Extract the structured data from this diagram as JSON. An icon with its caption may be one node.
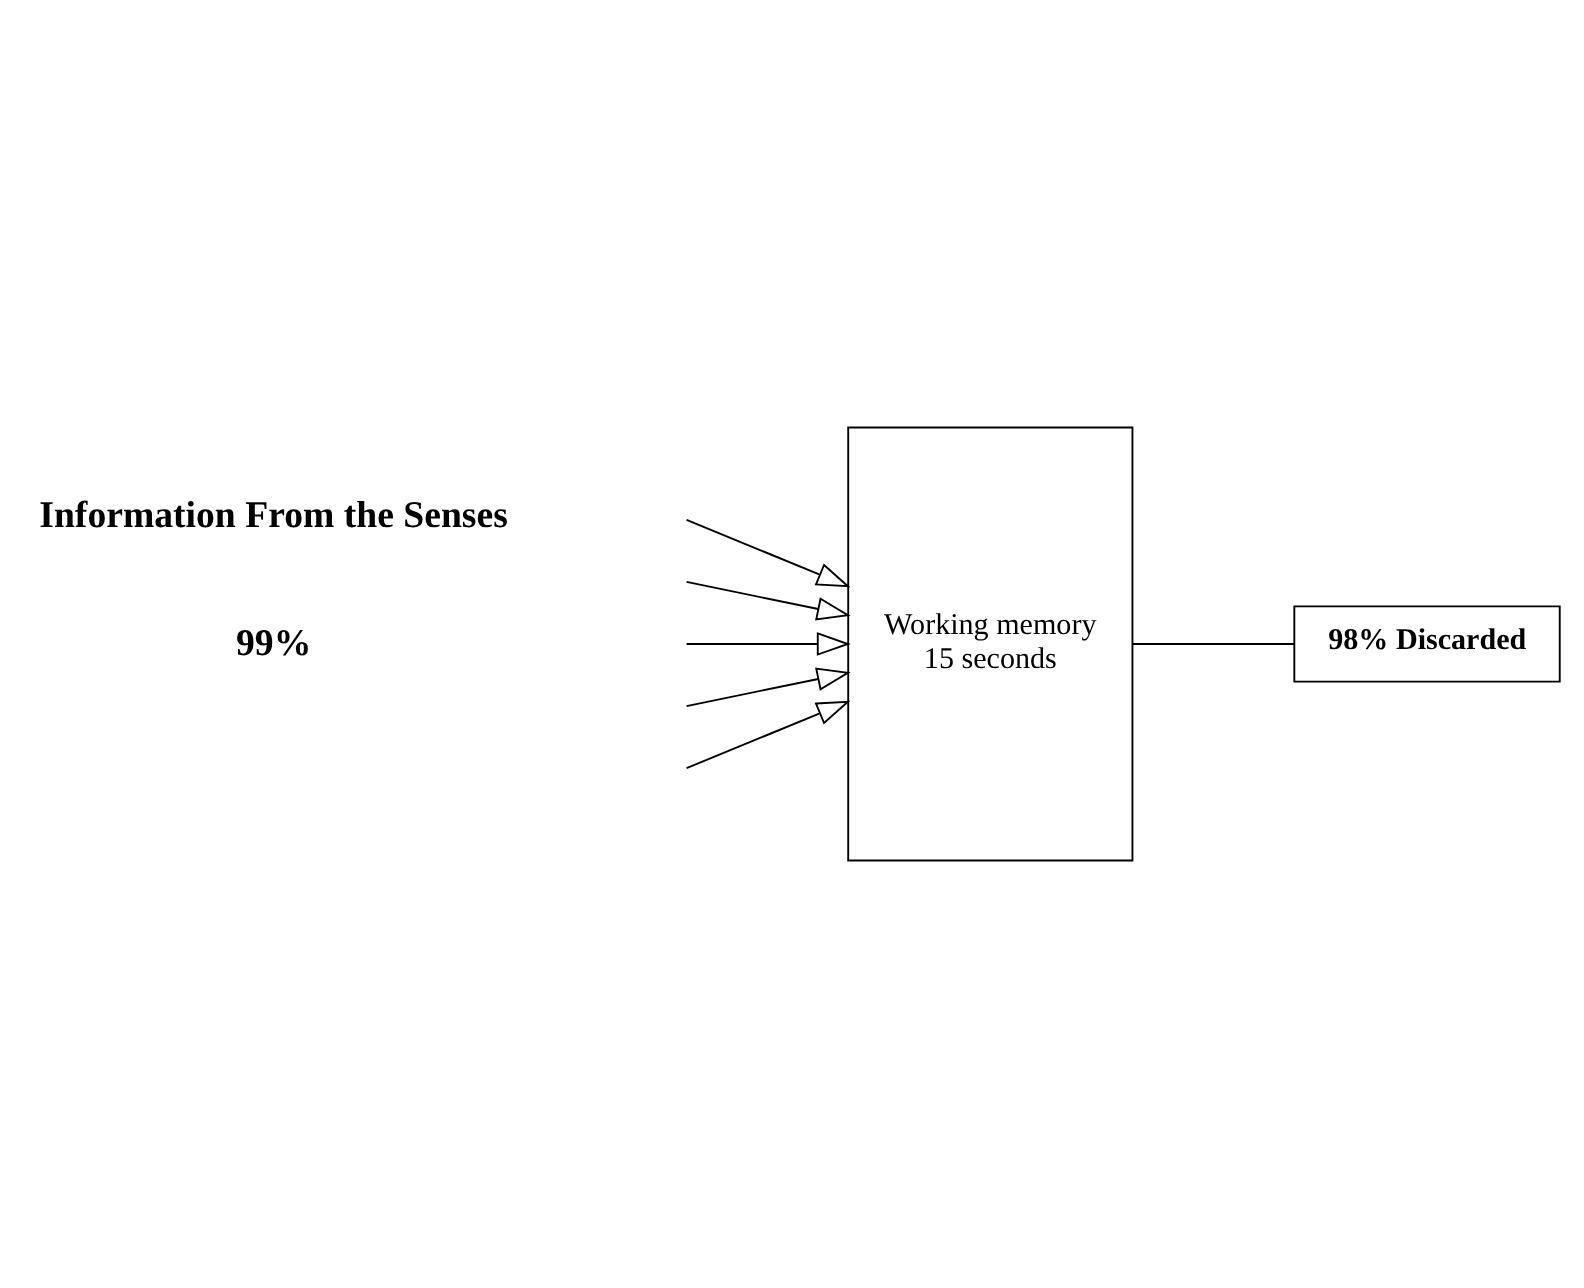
{
  "diagram": {
    "nodes": [
      {
        "text": [
          "Working memory",
          "15 seconds"
        ]
      },
      {
        "text": [
          "98% Discarded"
        ]
      }
    ],
    "edges": [
      {
        "from": null,
        "to": 0,
        "arrow": "to"
      },
      {
        "from": null,
        "to": 0,
        "arrow": "to"
      },
      {
        "from": null,
        "to": 0,
        "arrow": "to"
      },
      {
        "from": null,
        "to": 0,
        "arrow": "to"
      },
      {
        "from": null,
        "to": 0,
        "arrow": "to"
      },
      {
        "from": 0,
        "to": 1,
        "arrow": "none"
      }
    ],
    "labels": [
      "Information From the Senses",
      "99%"
    ]
  }
}
